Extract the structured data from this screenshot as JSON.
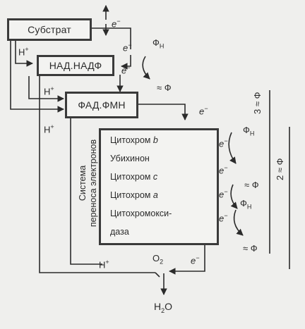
{
  "boxes": {
    "substrate": "Субстрат",
    "nad": "НАД.НАДФ",
    "fad": "ФАД.ФМН"
  },
  "chain": {
    "vertical_label_line1": "Система",
    "vertical_label_line2": "переноса электронов",
    "items": [
      {
        "name": "Цитохром ",
        "suffix": "b"
      },
      {
        "name": "Убихинон",
        "suffix": ""
      },
      {
        "name": "Цитохром ",
        "suffix": "c"
      },
      {
        "name": "Цитохром ",
        "suffix": "a"
      },
      {
        "name": "Цитохромокси-",
        "suffix": ""
      },
      {
        "name": "даза",
        "suffix": ""
      }
    ]
  },
  "labels": {
    "electron": "e",
    "electron_sup": "−",
    "proton": "Н",
    "proton_sup": "+",
    "phi_h": "Ф",
    "phi_h_sub": "Н",
    "approx_phi": "≈ Ф",
    "three_approx_phi": "3 ≈ Ф",
    "two_approx_phi": "2 ≈ Ф",
    "oxygen": "О",
    "oxygen_sub": "2",
    "water": "Н",
    "water_sub": "2",
    "water_end": "О"
  },
  "colors": {
    "ink": "#2b2b2b",
    "background": "#efefed"
  }
}
